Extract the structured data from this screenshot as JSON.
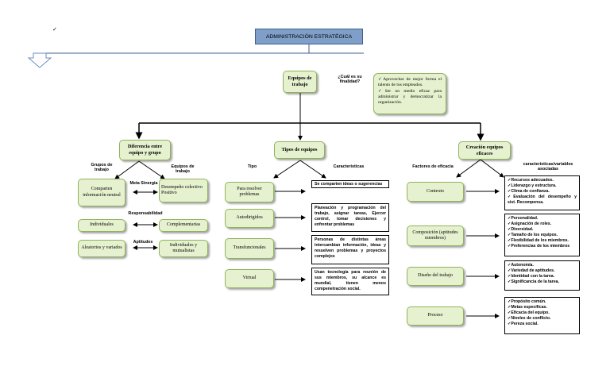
{
  "header": {
    "title": "ADMINISTRACIÓN ESTRATÉGICA",
    "tick_mark": "✓"
  },
  "root": {
    "label": "Equipos de trabajo",
    "question": "¿Cuál es su finalidad?",
    "goals": [
      "Aprovechar de mejor forma el talento de los empleados.",
      "Ser un medio eficaz para administrar y democratizar la organización."
    ]
  },
  "branch_difference": {
    "label": "Diferencia entre equipo y grupo",
    "col_groups": "Grupos de trabajo",
    "col_teams": "Equipos de trabajo",
    "rows": [
      {
        "relation": "Meta Sinergia",
        "group": "Comparten información neutral",
        "team": [
          "Desempeño colectivo",
          "Positivo"
        ]
      },
      {
        "relation": "Responsabilidad",
        "group": "Individuales",
        "team_text": "Complementarias"
      },
      {
        "relation": "Aptitudes",
        "group": "Aleatorios y variados",
        "team_text": "Individuales y mutualistas"
      }
    ]
  },
  "branch_types": {
    "label": "Tipos de equipos",
    "col_type": "Tipo",
    "col_features": "Caracteristicas",
    "items": [
      {
        "type": "Para resolver problemas",
        "features": "Se comparten ideas o sugerencias"
      },
      {
        "type": "Autodirigidos",
        "features": "Planeación y programación del trabajo, asignar tareas, Ejercer control, tomar decisiones y enfrentar problemas"
      },
      {
        "type": "Transfuncionales",
        "features": "Personas de distintas áreas intercambian información, ideas y resuelven problemas y proyectos complejos"
      },
      {
        "type": "Virtual",
        "features": "Usan tecnología para reunión de sus miembros, su alcance es mundial, tienen menos compenetración social."
      }
    ]
  },
  "branch_effective": {
    "label": "Creación equipos eficaces",
    "col_factors": "Factores de eficacia",
    "col_features": "características/variables asociadas",
    "items": [
      {
        "factor": "Contexto",
        "features": [
          "Recursos adecuados.",
          "Liderazgo y estructura.",
          "Clima de confianza.",
          "Evaluación del desempeño y sist. Recompensa."
        ]
      },
      {
        "factor": "Composición (aptitudes miembros)",
        "features": [
          "Personalidad.",
          "Asignación de roles.",
          "Diversidad.",
          "Tamaño de los equipos.",
          "Flexibilidad de los miembros.",
          "Preferencias de los miembros"
        ]
      },
      {
        "factor": "Diseño del trabajo",
        "features": [
          "Autonomía.",
          "Variedad de aptitudes.",
          "Identidad con la tarea.",
          "Significancia de la tarea."
        ]
      },
      {
        "factor": "Proceso",
        "features": [
          "Propósito común.",
          "Metas específicas.",
          "Eficacia del equipo.",
          "Niveles de conflicto.",
          "Pereza social."
        ]
      }
    ]
  }
}
